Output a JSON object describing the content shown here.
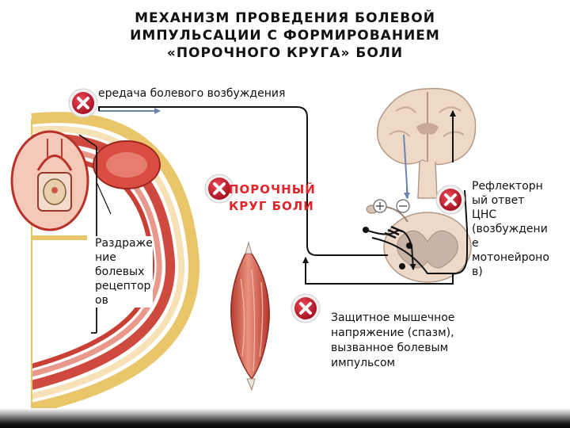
{
  "title": {
    "line1": "МЕХАНИЗМ ПРОВЕДЕНИЯ БОЛЕВОЙ",
    "line2": "ИМПУЛЬСАЦИИ С ФОРМИРОВАНИЕМ",
    "line3": "«ПОРОЧНОГО КРУГА» БОЛИ"
  },
  "labels": {
    "transmission": "ередача болевого возбуждения",
    "vicious_line1": "ПОРОЧНЫЙ",
    "vicious_line2": "КРУГ БОЛИ",
    "irritation": [
      "Раздраже",
      "ние",
      "болевых",
      "рецептор",
      "ов"
    ],
    "reflex": [
      "Рефлекторн",
      "ый ответ",
      "ЦНС",
      "(возбуждени",
      "е",
      "мотонейроно",
      "в)"
    ],
    "protective": [
      "Защитное мышечное",
      "напряжение (спазм),",
      "вызванное болевым",
      "импульсом"
    ]
  },
  "colors": {
    "accent_red": "#e0262a",
    "button_red": "#c8102e",
    "line": "#111111"
  },
  "icons": [
    "close-icon",
    "close-icon",
    "close-icon",
    "close-icon"
  ]
}
